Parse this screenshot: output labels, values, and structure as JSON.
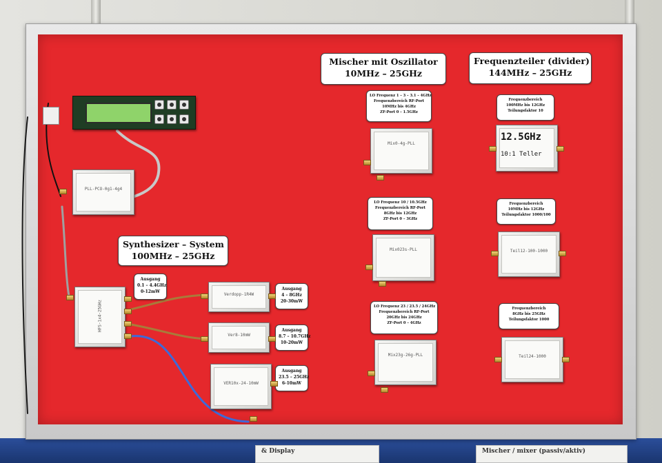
{
  "titles": {
    "synth": [
      "Synthesizer – System",
      "100MHz – 25GHz"
    ],
    "mixer": [
      "Mischer mit Oszillator",
      "10MHz – 25GHz"
    ],
    "divider": [
      "Frequenzteiler (divider)",
      "144MHz – 25GHz"
    ]
  },
  "outputs": [
    [
      "Ausgang",
      "0.1 – 4.4GHz",
      "0-12mW"
    ],
    [
      "Ausgang",
      "4 – 8GHz",
      "20-30mW"
    ],
    [
      "Ausgang",
      "8.7 – 10.7GHz",
      "10-20mW"
    ],
    [
      "Ausgang",
      "23.5 – 25GHz",
      "6-10mW"
    ]
  ],
  "mixer_info": [
    [
      "LO Frequenz 1 – 3 – 3.1 – 4GHz",
      "Frequenzbereich RF-Port",
      "10MHz bis 4GHz",
      "ZF-Port 0 – 1.5GHz"
    ],
    [
      "LO Frequenz 10 / 10.5GHz",
      "Frequenzbereich RF-Port",
      "8GHz bis 12GHz",
      "ZF-Port 0 – 3GHz"
    ],
    [
      "LO Frequenz 23 / 23.5 / 24GHz",
      "Frequenzbereich RF-Port",
      "20GHz bis 24GHz",
      "ZF-Port 0 – 4GHz"
    ]
  ],
  "divider_info": [
    [
      "Frequenzbereich",
      "100MHz bis 12GHz",
      "Teilungsfaktor 10"
    ],
    [
      "Frequenzbereich",
      "10MHz bis 12GHz",
      "Teilungsfaktor 1000/100"
    ],
    [
      "Frequenzbereich",
      "8GHz bis 25GHz",
      "Teilungsfaktor 1000"
    ]
  ],
  "modules": {
    "pll": "PLL-PCO-0g1-4g4",
    "hfs": "HFS-1x4-25GHz",
    "ver1": "Verdopp-1R4W",
    "ver2": "Ver8-10mW",
    "ver3": "VER10x-24-10mW",
    "mix1": "Mix0-4g-PLL",
    "mix2": "Mix023s-PLL",
    "mix3": "Mix23g-26g-PLL",
    "div2": "Teil12-100-1000",
    "div3": "Teil24-1000"
  },
  "divider_display": {
    "line1": "12.5GHz",
    "line2": "10:1 Teller"
  },
  "floor_cards": [
    "& Display",
    "Mischer / mixer (passiv/aktiv)"
  ],
  "colors": {
    "board": "#e5282c",
    "frame": "#d9d9d9",
    "floor": "#2b4e9a"
  }
}
